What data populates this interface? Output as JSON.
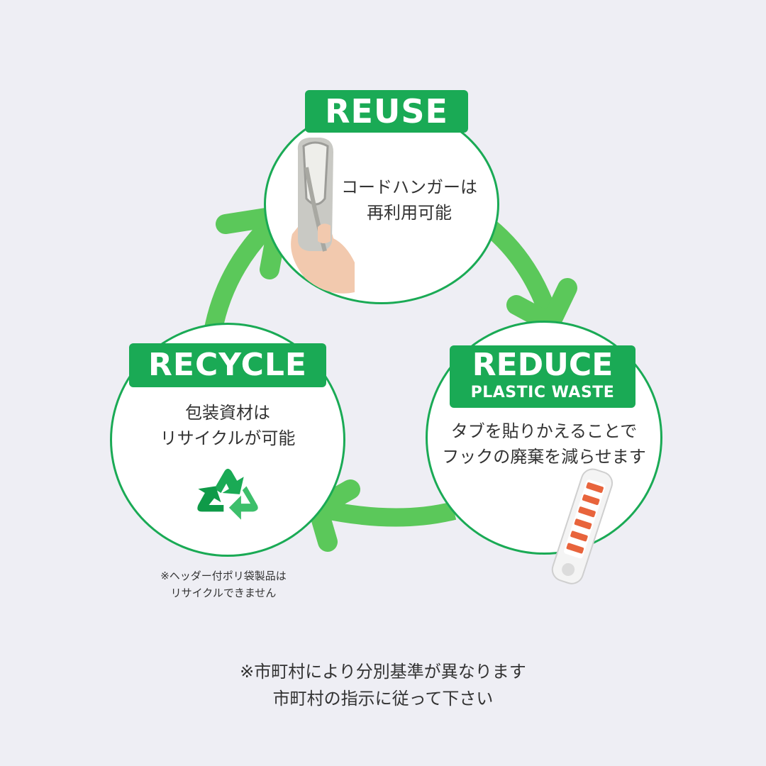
{
  "colors": {
    "background": "#eeeef4",
    "brand_green": "#1aaa55",
    "arrow_green": "#5bc85a",
    "text": "#333333"
  },
  "reuse": {
    "title": "REUSE",
    "line1": "コードハンガーは",
    "line2": "再利用可能",
    "image": "hand-holding-cord-hanger"
  },
  "reduce": {
    "title": "REDUCE",
    "subtitle": "PLASTIC WASTE",
    "line1": "タブを貼りかえることで",
    "line2": "フックの廃棄を減らせます",
    "image": "adhesive-strip-tab"
  },
  "recycle": {
    "title": "RECYCLE",
    "line1": "包装資材は",
    "line2": "リサイクルが可能",
    "icon": "recycle-icon"
  },
  "header_note": {
    "line1": "※ヘッダー付ポリ袋製品は",
    "line2": "リサイクルできません"
  },
  "footer_note": {
    "line1": "※市町村により分別基準が異なります",
    "line2": "市町村の指示に従って下さい"
  }
}
